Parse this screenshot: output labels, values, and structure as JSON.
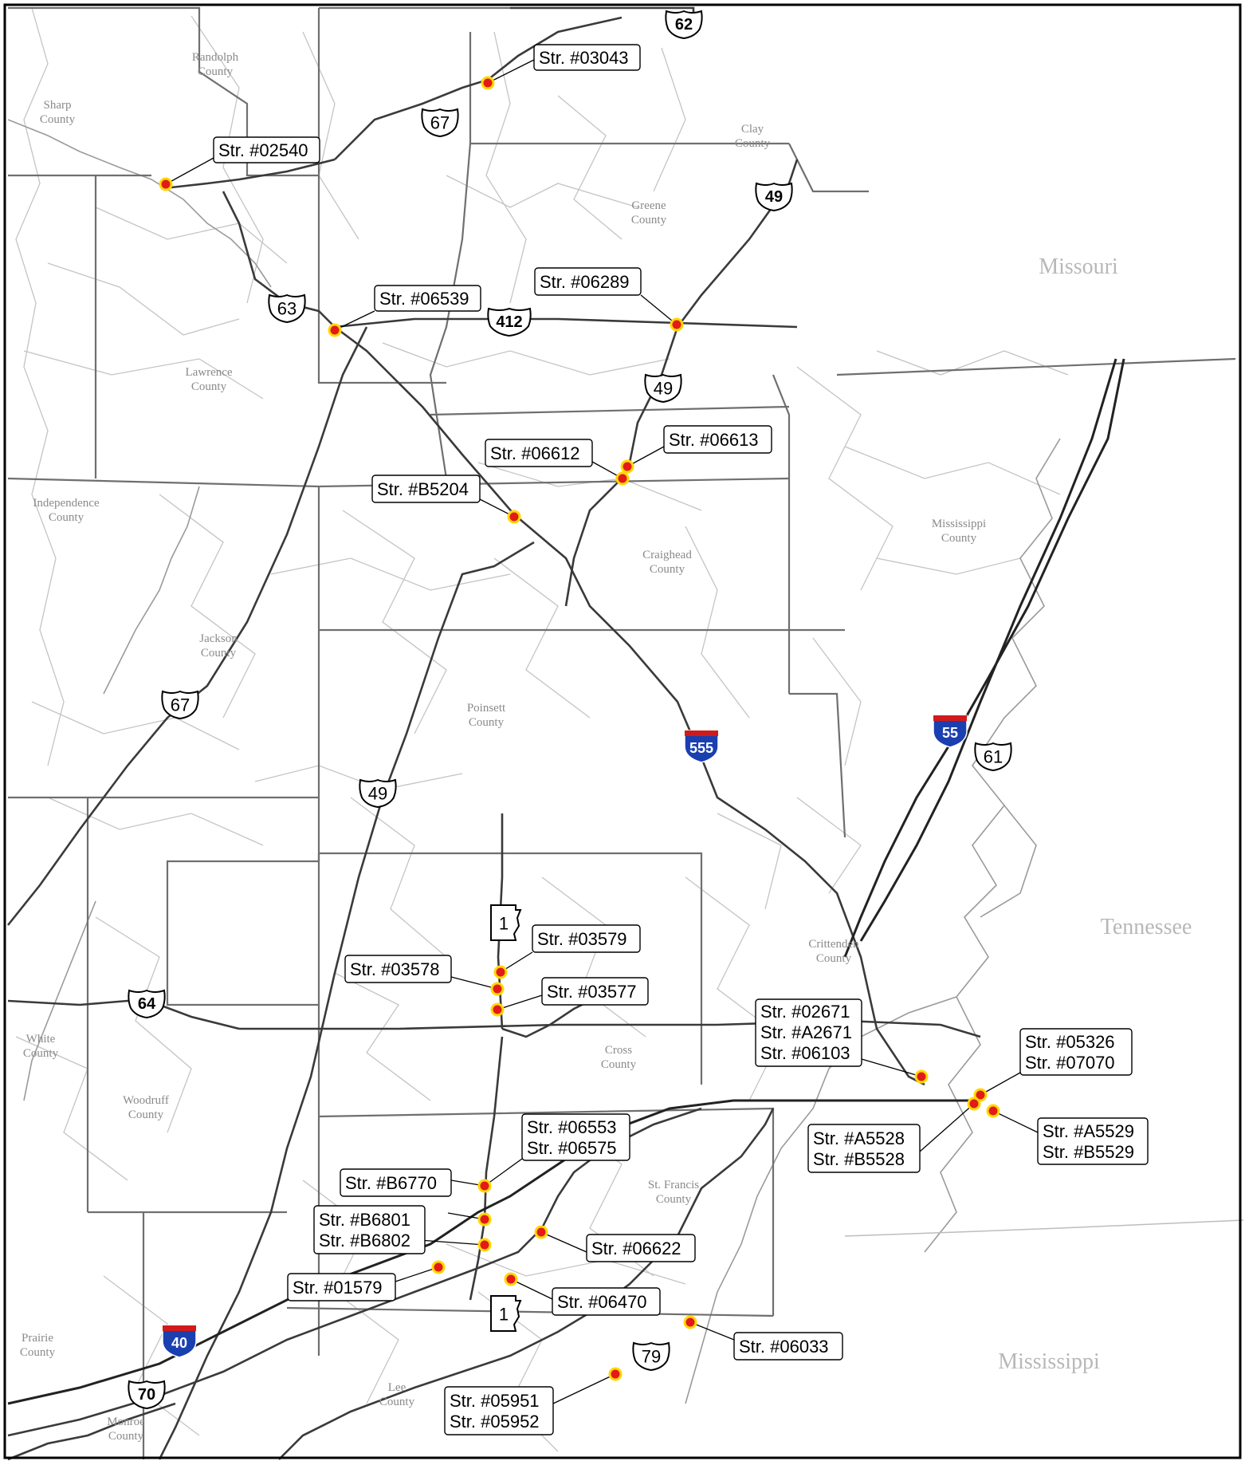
{
  "states": {
    "missouri": "Missouri",
    "tennessee": "Tennessee",
    "mississippi": "Mississippi"
  },
  "counties": {
    "randolph": [
      "Randolph",
      "County"
    ],
    "sharp": [
      "Sharp",
      "County"
    ],
    "clay": [
      "Clay",
      "County"
    ],
    "greene": [
      "Greene",
      "County"
    ],
    "lawrence": [
      "Lawrence",
      "County"
    ],
    "independence": [
      "Independence",
      "County"
    ],
    "craighead": [
      "Craighead",
      "County"
    ],
    "mississippi": [
      "Mississippi",
      "County"
    ],
    "jackson": [
      "Jackson",
      "County"
    ],
    "poinsett": [
      "Poinsett",
      "County"
    ],
    "crittenden": [
      "Crittenden",
      "County"
    ],
    "white": [
      "White",
      "County"
    ],
    "cross": [
      "Cross",
      "County"
    ],
    "woodruff": [
      "Woodruff",
      "County"
    ],
    "st_francis": [
      "St. Francis",
      "County"
    ],
    "prairie": [
      "Prairie",
      "County"
    ],
    "lee": [
      "Lee",
      "County"
    ],
    "monroe": [
      "Monroe",
      "County"
    ]
  },
  "routes": {
    "us62": "62",
    "us67_north": "67",
    "us49_north": "49",
    "us63": "63",
    "us412": "412",
    "us49_mid": "49",
    "us67_south": "67",
    "i555": "555",
    "i55": "55",
    "us61": "61",
    "us49_south": "49",
    "ar1_north": "1",
    "us64": "64",
    "ar1_south": "1",
    "i40": "40",
    "us79": "79",
    "us70": "70"
  },
  "structures": {
    "s03043": [
      "Str. #03043"
    ],
    "s02540": [
      "Str. #02540"
    ],
    "s06539": [
      "Str. #06539"
    ],
    "s06289": [
      "Str. #06289"
    ],
    "s06613": [
      "Str. #06613"
    ],
    "s06612": [
      "Str. #06612"
    ],
    "sB5204": [
      "Str. #B5204"
    ],
    "s03579": [
      "Str. #03579"
    ],
    "s03578": [
      "Str. #03578"
    ],
    "s03577": [
      "Str. #03577"
    ],
    "s02671": [
      "Str. #02671",
      "Str. #A2671",
      "Str. #06103"
    ],
    "s05326": [
      "Str. #05326",
      "Str. #07070"
    ],
    "sA5528": [
      "Str. #A5528",
      "Str. #B5528"
    ],
    "sA5529": [
      "Str. #A5529",
      "Str. #B5529"
    ],
    "s06553": [
      "Str. #06553",
      "Str. #06575"
    ],
    "sB6770": [
      "Str. #B6770"
    ],
    "sB6801": [
      "Str. #B6801",
      "Str. #B6802"
    ],
    "s06622": [
      "Str. #06622"
    ],
    "s01579": [
      "Str. #01579"
    ],
    "s06470": [
      "Str. #06470"
    ],
    "s06033": [
      "Str. #06033"
    ],
    "s05951": [
      "Str. #05951",
      "Str. #05952"
    ]
  }
}
